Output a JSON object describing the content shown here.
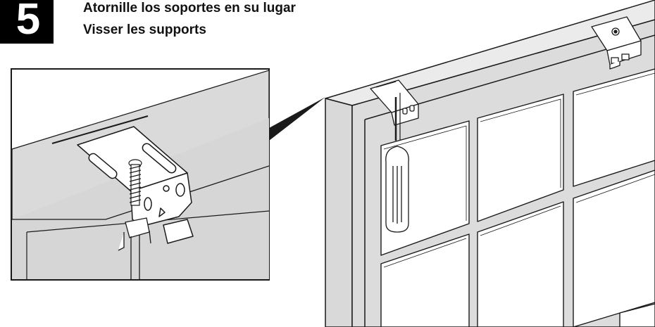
{
  "step": {
    "number": "5",
    "instruction_es": "Atornille los soportes en su lugar",
    "instruction_fr": "Visser les supports"
  },
  "illustration": {
    "detail_inset": "bracket-screw-closeup",
    "main_view": "window-frame-with-brackets",
    "tool_icon": "screwdriver-icon",
    "colors": {
      "line": "#1a1a1a",
      "frame_shade": "#d6d6d6",
      "top_shade": "#e8e8e8",
      "glass": "#ffffff"
    }
  }
}
